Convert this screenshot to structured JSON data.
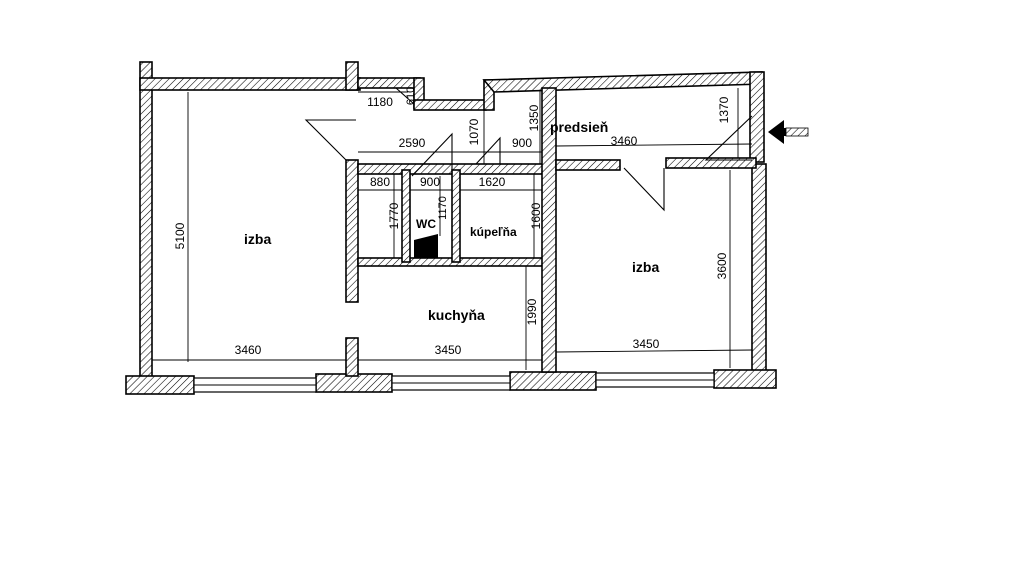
{
  "rooms": {
    "izba_left": "izba",
    "izba_right": "izba",
    "kuchyna": "kuchyňa",
    "kupelna": "kúpeľňa",
    "wc": "WC",
    "predsien": "predsieň"
  },
  "dimensions": {
    "izba_left_height": "5100",
    "izba_left_width": "3460",
    "hall_top_left": "1180",
    "hall_top_small": "610",
    "hall_width": "2590",
    "hall_height": "1070",
    "hall_passage": "900",
    "hall_offset": "1350",
    "predsien_width": "3460",
    "predsien_height": "1370",
    "storage_width": "880",
    "storage_height": "1770",
    "wc_width": "900",
    "wc_height": "1170",
    "kupelna_width": "1620",
    "kupelna_height": "1600",
    "kuchyna_width": "3450",
    "kuchyna_height": "1990",
    "izba_right_width": "3450",
    "izba_right_height": "3600"
  },
  "icons": {
    "entrance": "entrance-arrow-icon"
  }
}
